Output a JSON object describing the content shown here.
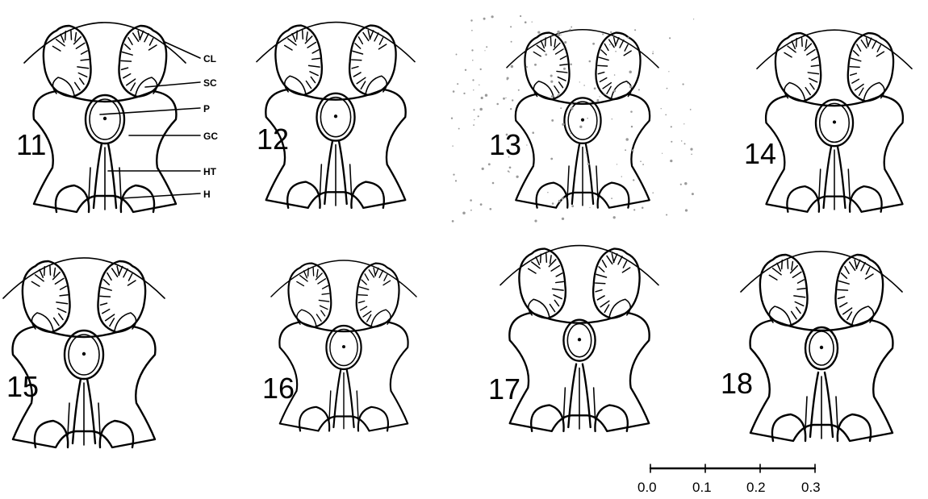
{
  "figure_numbers": [
    "11",
    "12",
    "13",
    "14",
    "15",
    "16",
    "17",
    "18"
  ],
  "labels": {
    "cl": "CL",
    "sc": "SC",
    "p": "P",
    "gc": "GC",
    "ht": "HT",
    "h": "H"
  },
  "scale_bar": {
    "ticks": [
      "0.0",
      "0.1",
      "0.2",
      "0.3"
    ]
  },
  "style": {
    "ink_color": "#000000",
    "paper_color": "#ffffff"
  }
}
